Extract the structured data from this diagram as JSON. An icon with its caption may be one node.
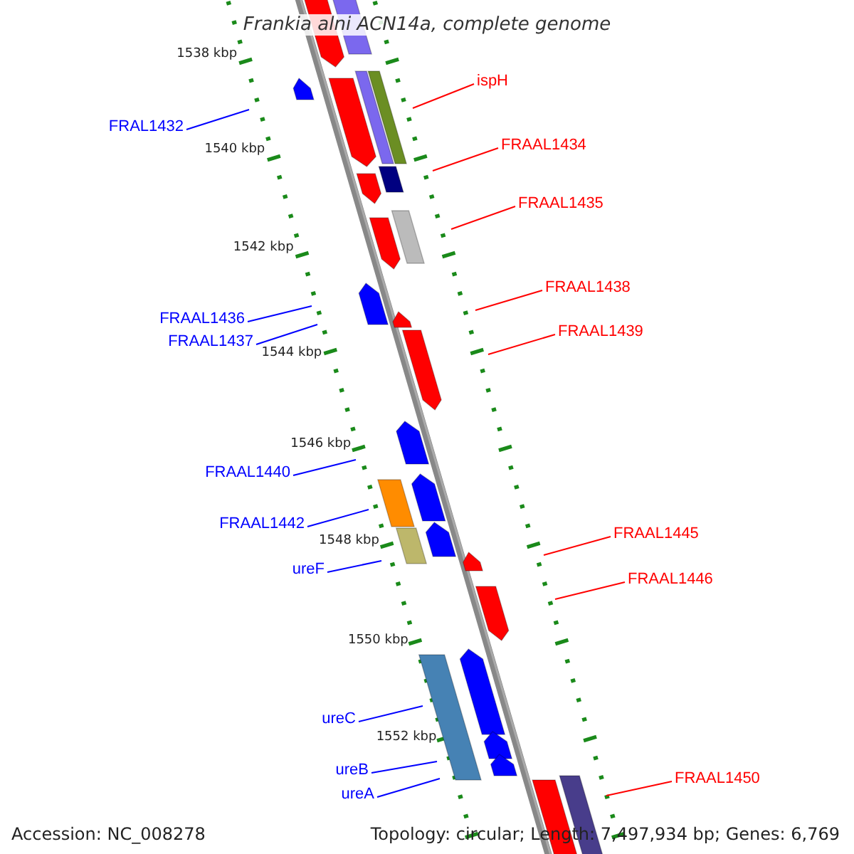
{
  "diagram": {
    "title": "Frankia alni ACN14a, complete genome",
    "nodes": [
      {
        "text": [
          "ispH"
        ]
      },
      {
        "text": [
          "FRAL1432"
        ]
      },
      {
        "text": [
          "FRAAL1434"
        ]
      },
      {
        "text": [
          "FRAAL1435"
        ]
      },
      {
        "text": [
          "FRAAL1438"
        ]
      },
      {
        "text": [
          "FRAAL1436"
        ]
      },
      {
        "text": [
          "FRAAL1439"
        ]
      },
      {
        "text": [
          "FRAAL1437"
        ]
      },
      {
        "text": [
          "FRAAL1440"
        ]
      },
      {
        "text": [
          "FRAAL1442"
        ]
      },
      {
        "text": [
          "FRAAL1445"
        ]
      },
      {
        "text": [
          "ureF"
        ]
      },
      {
        "text": [
          "FRAAL1446"
        ]
      },
      {
        "text": [
          "ureC"
        ]
      },
      {
        "text": [
          "ureB"
        ]
      },
      {
        "text": [
          "FRAAL1450"
        ]
      },
      {
        "text": [
          "ureA"
        ]
      }
    ],
    "edges": [
      {
        "from": 0,
        "to": null,
        "arrow": "none",
        "color": "#ff0000"
      },
      {
        "from": 1,
        "to": null,
        "arrow": "none"
      },
      {
        "from": 2,
        "to": null,
        "arrow": "none",
        "color": "#ff0000"
      },
      {
        "from": 3,
        "to": null,
        "arrow": "none",
        "color": "#ff0000"
      },
      {
        "from": 4,
        "to": null,
        "arrow": "none",
        "color": "#ff0000"
      },
      {
        "from": 5,
        "to": null,
        "arrow": "none"
      },
      {
        "from": 6,
        "to": null,
        "arrow": "none",
        "color": "#ff0000"
      },
      {
        "from": 7,
        "to": null,
        "arrow": "none"
      },
      {
        "from": 8,
        "to": null,
        "arrow": "none"
      },
      {
        "from": 9,
        "to": null,
        "arrow": "none"
      },
      {
        "from": 10,
        "to": null,
        "arrow": "none",
        "color": "#ff0000"
      },
      {
        "from": 11,
        "to": null,
        "arrow": "none"
      },
      {
        "from": 12,
        "to": null,
        "arrow": "none",
        "color": "#ff0000"
      },
      {
        "from": 13,
        "to": null,
        "arrow": "none"
      },
      {
        "from": 14,
        "to": null,
        "arrow": "none"
      },
      {
        "from": 15,
        "to": null,
        "arrow": "none",
        "color": "#ff0000"
      },
      {
        "from": 16,
        "to": null,
        "arrow": "none"
      }
    ],
    "labels": [
      "1538 kbp",
      "1540 kbp",
      "1542 kbp",
      "1544 kbp",
      "1546 kbp",
      "1548 kbp",
      "1550 kbp",
      "1552 kbp",
      "Accession: NC_008278",
      "Topology: circular; Length: 7,497,934 bp; Genes: 6,769"
    ]
  }
}
